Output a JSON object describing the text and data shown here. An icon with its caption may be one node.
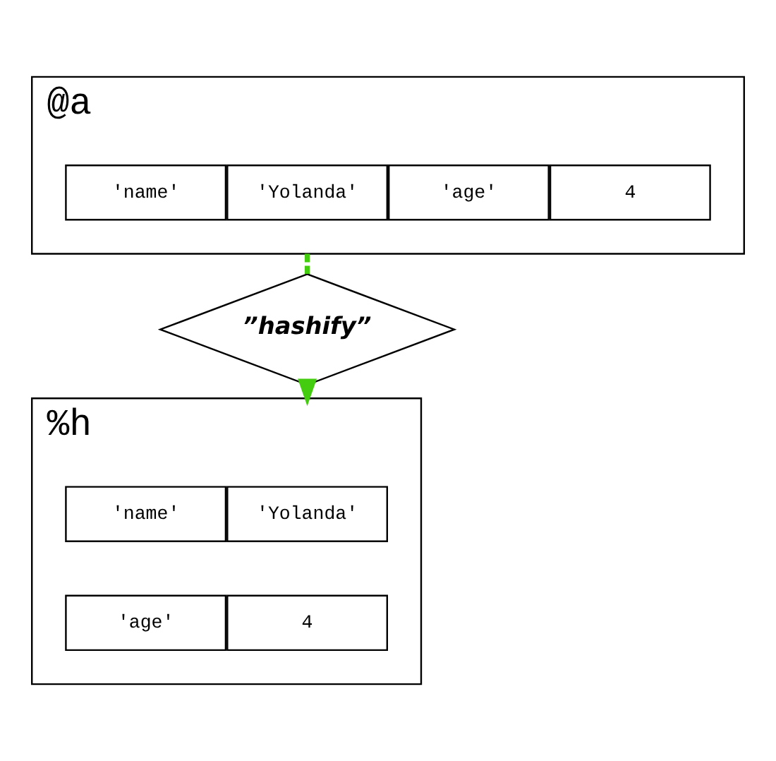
{
  "diagram": {
    "nodes": [
      {
        "text": [
          "@a"
        ]
      },
      {
        "text": [
          "'name'"
        ],
        "in": 0
      },
      {
        "text": [
          "'Yolanda'"
        ],
        "in": 0
      },
      {
        "text": [
          "'age'"
        ],
        "in": 0
      },
      {
        "text": [
          "4"
        ],
        "in": 0
      },
      {
        "text": [
          "”hashify”"
        ]
      },
      {
        "text": [
          "%h"
        ]
      },
      {
        "text": [
          "'name'"
        ],
        "in": 6
      },
      {
        "text": [
          "'Yolanda'"
        ],
        "in": 6
      },
      {
        "text": [
          "'age'"
        ],
        "in": 6
      },
      {
        "text": [
          "4"
        ],
        "in": 6
      }
    ],
    "edges": [
      {
        "from": 0,
        "to": 5,
        "arrow": "none",
        "style": "dashed",
        "color": "#44cc11"
      },
      {
        "from": 5,
        "to": 6,
        "arrow": "to",
        "style": "dashed",
        "color": "#44cc11"
      }
    ]
  }
}
